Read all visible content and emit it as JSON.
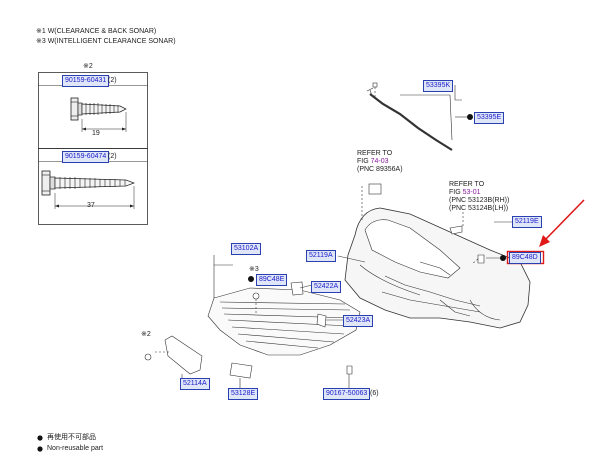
{
  "notes": {
    "line1": "※1 W(CLEARANCE & BACK SONAR)",
    "line2": "※3 W(INTELLIGENT CLEARANCE SONAR)"
  },
  "fasteners": {
    "top_marker": "※2",
    "screw1": {
      "part": "90159-60431",
      "qty": "(2)",
      "length": "19"
    },
    "screw2": {
      "part": "90159-60474",
      "qty": "(2)",
      "length": "37"
    }
  },
  "refer1": {
    "line1": "REFER TO",
    "line2_prefix": "FIG ",
    "fig": "74-03",
    "line3": "(PNC 89356A)"
  },
  "refer2": {
    "line1": "REFER TO",
    "line2_prefix": "FIG ",
    "fig": "53-01",
    "line3": "(PNC 53123B(RH))",
    "line4": "(PNC 53124B(LH))"
  },
  "parts": {
    "p53395K": "53395K",
    "p53395E": "53395E",
    "p52119E": "52119E",
    "p89C48D": "89C48D",
    "p52119A": "52119A",
    "p53102A": "53102A",
    "p89C48E": "89C48E",
    "p52422A": "52422A",
    "p52423A": "52423A",
    "p52114A": "52114A",
    "p53128E": "53128E",
    "p90167": "90167-50063",
    "p90167_qty": "(6)"
  },
  "markers": {
    "m3": "※3",
    "m2": "※2"
  },
  "legend": {
    "line1": "再使用不可部品",
    "line2": "Non-reusable part"
  },
  "colors": {
    "label_fill": "#dfe6f7",
    "label_border": "#2a3fb0",
    "label_text": "#1b1bcc",
    "highlight": "#e01818"
  }
}
